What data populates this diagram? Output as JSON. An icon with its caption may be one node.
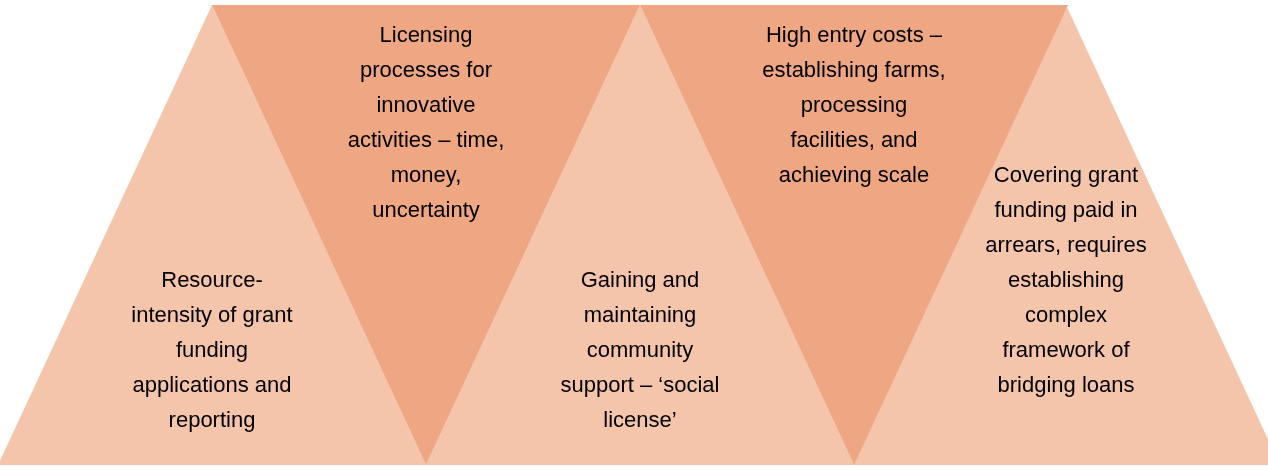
{
  "diagram": {
    "nodes": [
      {
        "text": [
          "Resource-intensity of grant funding applications and reporting"
        ]
      },
      {
        "text": [
          "Licensing processes for innovative activities – time, money, uncertainty"
        ]
      },
      {
        "text": [
          "Gaining and maintaining community support – ‘social license’"
        ]
      },
      {
        "text": [
          "High entry costs – establishing farms, processing facilities, and achieving scale"
        ]
      },
      {
        "text": [
          "Covering grant funding paid in arrears, requires establishing complex framework of bridging loans"
        ]
      }
    ]
  }
}
